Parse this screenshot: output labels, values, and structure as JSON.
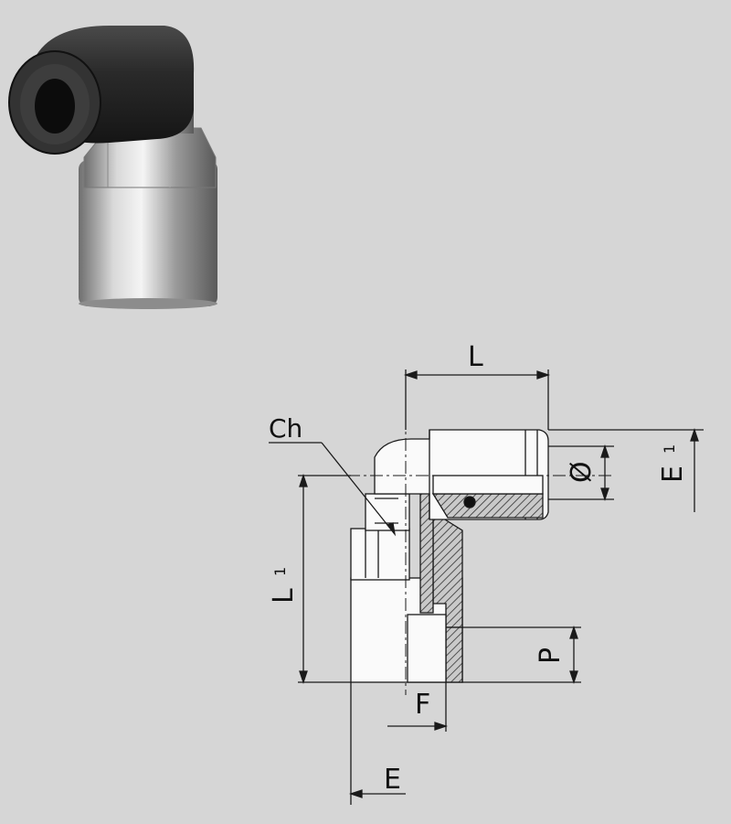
{
  "colors": {
    "background": "#d6d6d6",
    "line": "#1a1a1a",
    "body_dark": "#2b2b2b",
    "metal_light": "#e6e6e6",
    "metal_dark": "#8a8a8a"
  },
  "dimensions": {
    "L": "L",
    "Ch": "Ch",
    "diameter": "Ø",
    "E1_main": "E",
    "E1_sub": "1",
    "L1_main": "L",
    "L1_sub": "1",
    "P": "P",
    "F": "F",
    "E": "E"
  }
}
